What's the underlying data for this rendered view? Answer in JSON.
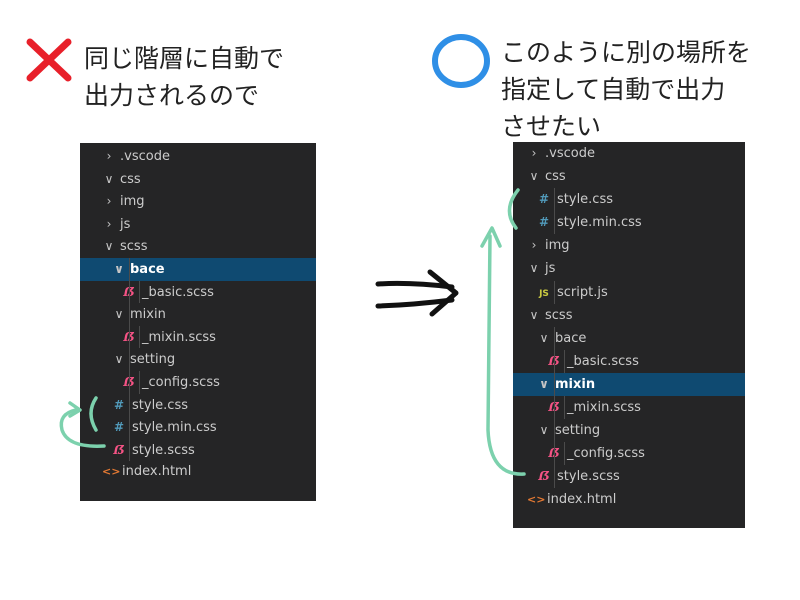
{
  "captions": {
    "left_line1": "同じ階層に自動で",
    "left_line2": "出力されるので",
    "right_line1": "このように別の場所を",
    "right_line2": "指定して自動で出力",
    "right_line3": "させたい"
  },
  "colors": {
    "cross": "#e8202a",
    "circle": "#2f8fe6",
    "arrow_stroke": "#7cd1ad",
    "explorer_bg": "#252526",
    "selected_row": "#0f4a71",
    "css_icon": "#519aba",
    "scss_icon": "#f55385",
    "js_icon": "#cbcb41",
    "html_icon": "#e37933"
  },
  "icons": {
    "folder_collapsed": "chevron-right-icon",
    "folder_expanded": "chevron-down-icon",
    "css_file": "css-hash-icon",
    "scss_file": "sass-icon",
    "js_file": "js-icon",
    "html_file": "html-brackets-icon"
  },
  "left_tree": [
    {
      "label": ".vscode",
      "kind": "folder",
      "expanded": false,
      "depth": 0
    },
    {
      "label": "css",
      "kind": "folder",
      "expanded": true,
      "depth": 0
    },
    {
      "label": "img",
      "kind": "folder",
      "expanded": false,
      "depth": 0
    },
    {
      "label": "js",
      "kind": "folder",
      "expanded": false,
      "depth": 0
    },
    {
      "label": "scss",
      "kind": "folder",
      "expanded": true,
      "depth": 0
    },
    {
      "label": "bace",
      "kind": "folder",
      "expanded": true,
      "depth": 1,
      "selected": true
    },
    {
      "label": "_basic.scss",
      "kind": "scss",
      "depth": 2
    },
    {
      "label": "mixin",
      "kind": "folder",
      "expanded": true,
      "depth": 1
    },
    {
      "label": "_mixin.scss",
      "kind": "scss",
      "depth": 2
    },
    {
      "label": "setting",
      "kind": "folder",
      "expanded": true,
      "depth": 1
    },
    {
      "label": "_config.scss",
      "kind": "scss",
      "depth": 2
    },
    {
      "label": "style.css",
      "kind": "css",
      "depth": 1
    },
    {
      "label": "style.min.css",
      "kind": "css",
      "depth": 1
    },
    {
      "label": "style.scss",
      "kind": "scss",
      "depth": 1
    },
    {
      "label": "index.html",
      "kind": "html",
      "depth": 0
    }
  ],
  "right_tree": [
    {
      "label": ".vscode",
      "kind": "folder",
      "expanded": false,
      "depth": 0
    },
    {
      "label": "css",
      "kind": "folder",
      "expanded": true,
      "depth": 0
    },
    {
      "label": "style.css",
      "kind": "css",
      "depth": 1
    },
    {
      "label": "style.min.css",
      "kind": "css",
      "depth": 1
    },
    {
      "label": "img",
      "kind": "folder",
      "expanded": false,
      "depth": 0
    },
    {
      "label": "js",
      "kind": "folder",
      "expanded": true,
      "depth": 0
    },
    {
      "label": "script.js",
      "kind": "js",
      "depth": 1
    },
    {
      "label": "scss",
      "kind": "folder",
      "expanded": true,
      "depth": 0
    },
    {
      "label": "bace",
      "kind": "folder",
      "expanded": true,
      "depth": 1
    },
    {
      "label": "_basic.scss",
      "kind": "scss",
      "depth": 2
    },
    {
      "label": "mixin",
      "kind": "folder",
      "expanded": true,
      "depth": 1,
      "selected": true
    },
    {
      "label": "_mixin.scss",
      "kind": "scss",
      "depth": 2
    },
    {
      "label": "setting",
      "kind": "folder",
      "expanded": true,
      "depth": 1
    },
    {
      "label": "_config.scss",
      "kind": "scss",
      "depth": 2
    },
    {
      "label": "style.scss",
      "kind": "scss",
      "depth": 1
    },
    {
      "label": "index.html",
      "kind": "html",
      "depth": 0
    }
  ]
}
